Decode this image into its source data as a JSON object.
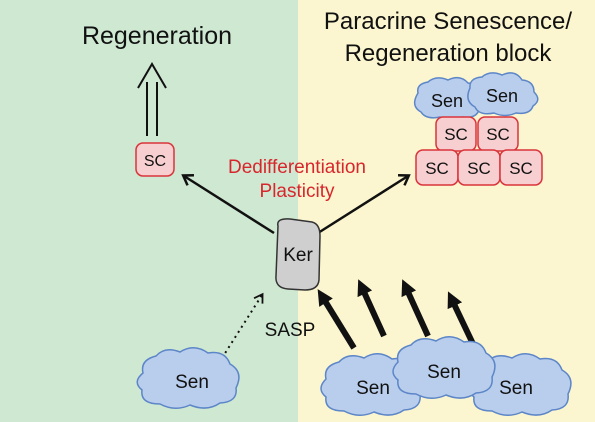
{
  "panels": {
    "left_title": "Regeneration",
    "right_title_line1": "Paracrine Senescence/",
    "right_title_line2": "Regeneration block"
  },
  "labels": {
    "dedifferentiation": "Dedifferentiation",
    "plasticity": "Plasticity",
    "sasp": "SASP",
    "ker": "Ker",
    "sc": "SC",
    "sen": "Sen"
  },
  "colors": {
    "left_bg": "#cfe8d2",
    "right_bg": "#fbf6cf",
    "sc_fill": "#f7cfd0",
    "sc_stroke": "#d9343a",
    "sen_fill": "#b9cdec",
    "sen_stroke": "#5c86c8",
    "ker_fill": "#cfcfcf",
    "red_text": "#d8262d"
  }
}
